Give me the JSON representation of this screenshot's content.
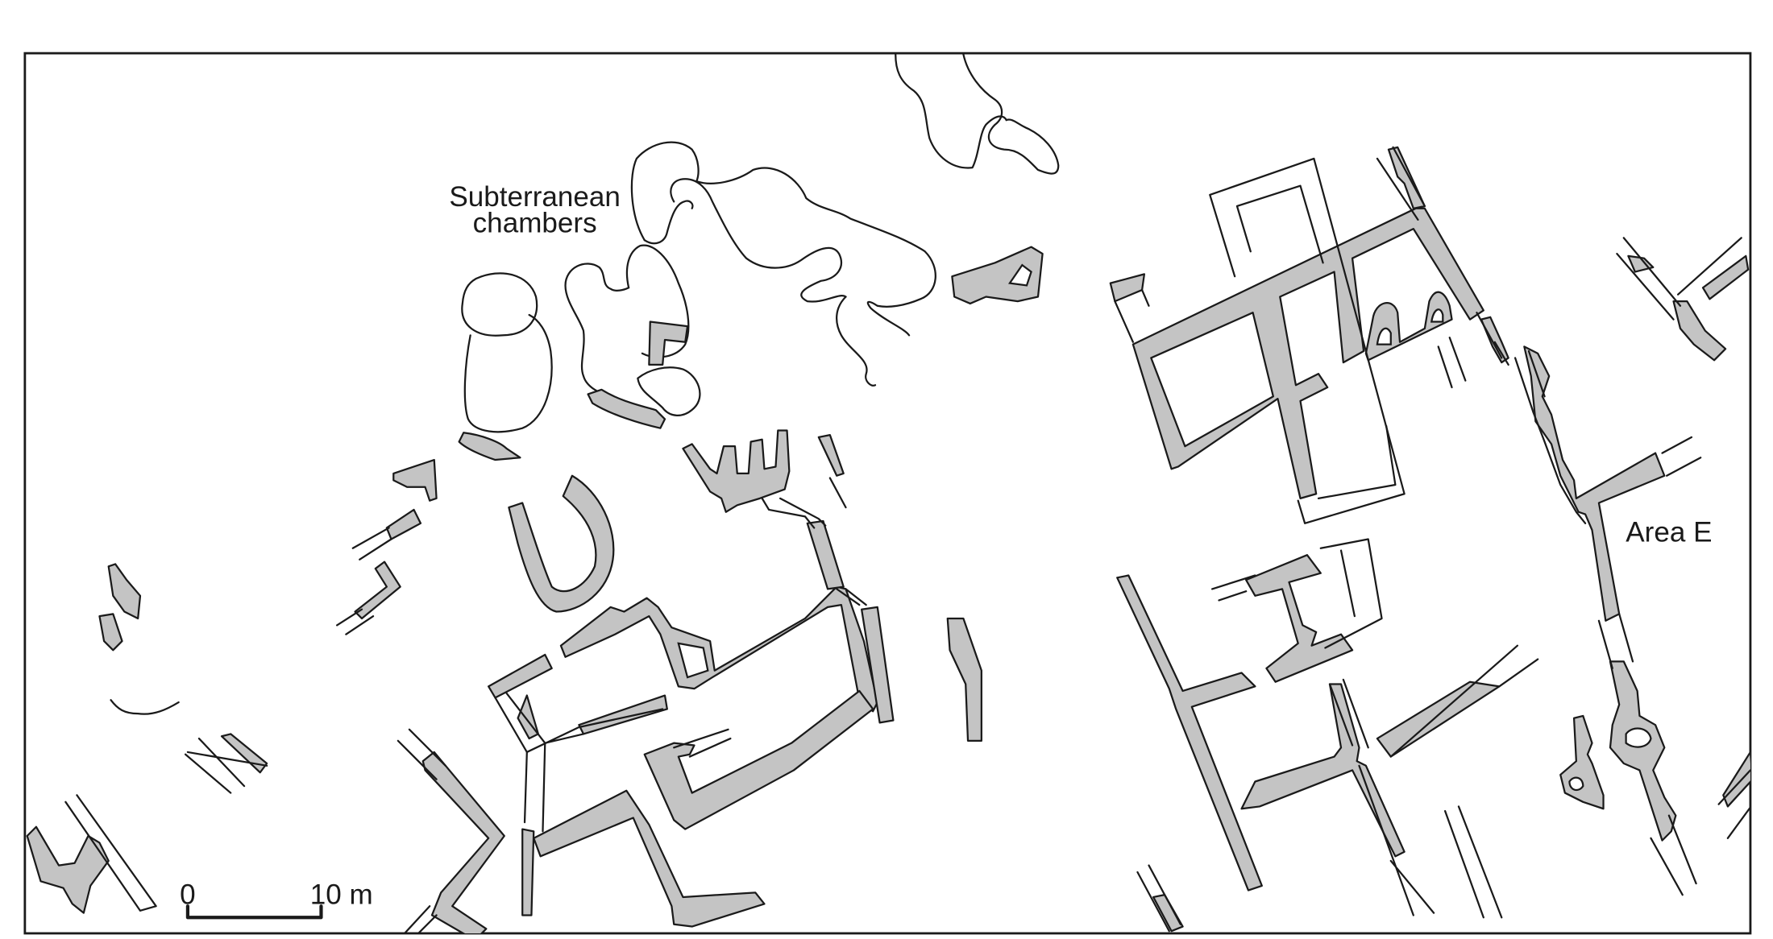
{
  "labels": {
    "subterranean_line1": "Subterranean",
    "subterranean_line2": "chambers",
    "area_e": "Area E"
  },
  "scale_bar": {
    "start_label": "0",
    "end_label": "10 m"
  },
  "colors": {
    "wall_fill": "#c4c4c4",
    "outline": "#1a1a1a",
    "background": "#ffffff"
  }
}
